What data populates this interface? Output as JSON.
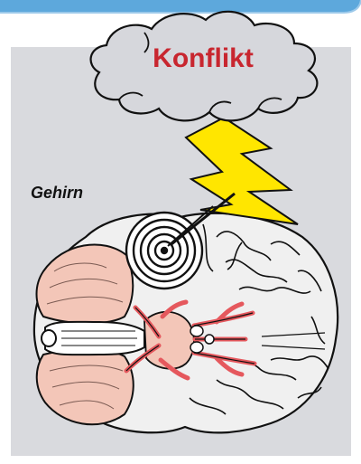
{
  "cloud": {
    "label": "Konflikt"
  },
  "region_label": "Gehirn",
  "icons": [
    "storm-cloud-icon",
    "lightning-bolt-icon",
    "target-rings-icon",
    "brain-illustration"
  ],
  "colors": {
    "top_band": "#5da8dc",
    "panel": "#d9dade",
    "cloud_fill": "#d6d7dc",
    "cloud_text": "#c8262f",
    "bolt": "#ffe600",
    "brain_tissue": "#f0f0f0",
    "cerebellum": "#f3c6b8",
    "vessels": "#e5585d"
  }
}
